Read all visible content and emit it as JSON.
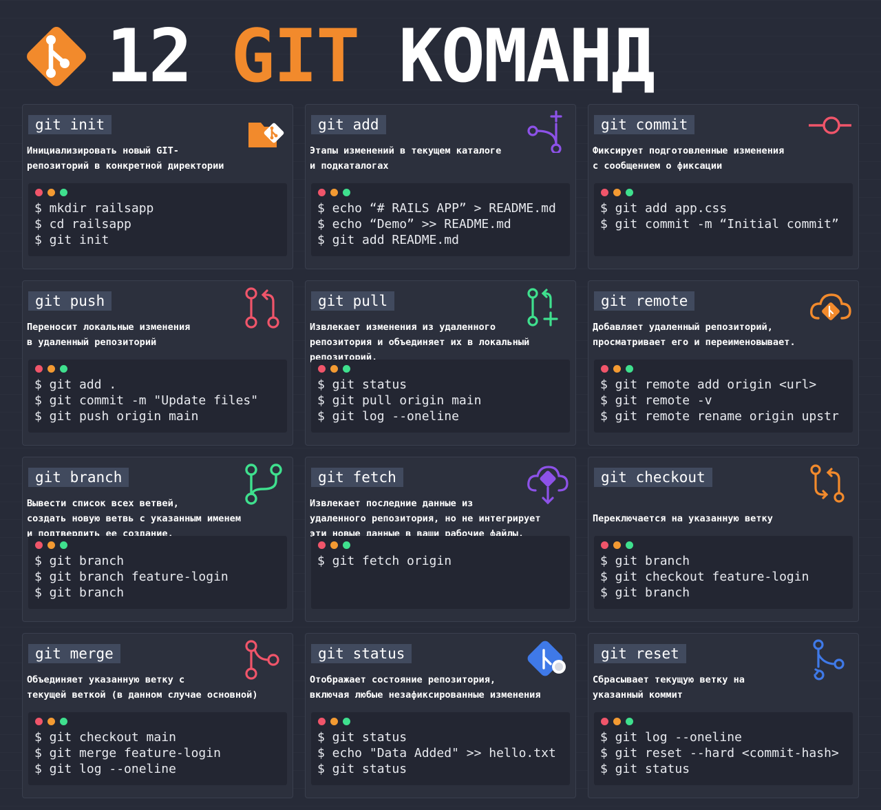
{
  "header": {
    "number": "12",
    "git": "GIT",
    "word": "КОМАНД"
  },
  "colors": {
    "background": "#272b38",
    "card": "#2c303d",
    "terminal": "#232632",
    "label_bg": "#414a5e",
    "accent_orange": "#f28a2c",
    "dot_red": "#f0556a",
    "dot_yellow": "#f39a32",
    "dot_green": "#3fe08e"
  },
  "cards": [
    {
      "command": "git init",
      "description": [
        "Инициализировать новый GIT-",
        "репозиторий в конкретной директории"
      ],
      "icon": "git-folder-icon",
      "lines": [
        "$ mkdir railsapp",
        "$ cd railsapp",
        "$ git init"
      ]
    },
    {
      "command": "git add",
      "description": [
        "Этапы изменений в текущем каталоге",
        "и подкаталогах"
      ],
      "icon": "branch-add-icon",
      "lines": [
        "$ echo “# RAILS APP” > README.md",
        "$ echo “Demo” >> README.md",
        "$ git add README.md"
      ]
    },
    {
      "command": "git commit",
      "description": [
        "Фиксирует подготовленные изменения",
        "с сообщением о фиксации"
      ],
      "icon": "commit-icon",
      "lines": [
        "$ git add app.css",
        "$ git commit -m “Initial commit”"
      ]
    },
    {
      "command": "git push",
      "description": [
        "Переносит локальные изменения",
        "в удаленный репозиторий"
      ],
      "icon": "pull-request-icon",
      "lines": [
        "$ git add .",
        "$ git commit -m \"Update files\"",
        "$ git push origin main"
      ]
    },
    {
      "command": "git pull",
      "description": [
        "Извлекает изменения из удаленного",
        "репозитория и объединяет их в локальный",
        "репозиторий."
      ],
      "icon": "pull-request-add-icon",
      "lines": [
        "$ git status",
        "$ git pull origin main",
        "$ git log --oneline"
      ]
    },
    {
      "command": "git remote",
      "description": [
        "Добавляет удаленный репозиторий,",
        "просматривает его и переименовывает."
      ],
      "icon": "cloud-git-icon",
      "lines": [
        "$ git remote add origin <url>",
        "$ git remote -v",
        "$ git remote rename origin upstr"
      ]
    },
    {
      "command": "git branch",
      "description": [
        "Вывести список всех ветвей,",
        "создать новую ветвь с указанным именем",
        "и подтвердить ее создание."
      ],
      "icon": "branch-icon",
      "lines": [
        "$ git branch",
        "$ git branch feature-login",
        "$ git branch"
      ]
    },
    {
      "command": "git fetch",
      "description": [
        "Извлекает последние данные из",
        "удаленного репозитория, но не интегрирует",
        "эти новые данные в ваши рабочие файлы."
      ],
      "icon": "cloud-download-icon",
      "lines": [
        "$ git fetch origin"
      ]
    },
    {
      "command": "git checkout",
      "description": [
        "",
        "Переключается на указанную ветку"
      ],
      "icon": "switch-icon",
      "lines": [
        "$ git branch",
        "$ git checkout feature-login",
        "$ git branch"
      ]
    },
    {
      "command": "git merge",
      "description": [
        "Объединяет указанную ветку с",
        "текущей веткой (в данном случае основной)"
      ],
      "icon": "merge-icon",
      "lines": [
        "$ git checkout main",
        "$ git merge feature-login",
        "$ git log --oneline"
      ]
    },
    {
      "command": "git status",
      "description": [
        "Отображает состояние репозитория,",
        "включая любые незафиксированные изменения"
      ],
      "icon": "git-status-icon",
      "lines": [
        "$ git status",
        "$ echo \"Data Added\" >> hello.txt",
        "$ git status"
      ]
    },
    {
      "command": "git reset",
      "description": [
        "Сбрасывает текущую ветку на",
        "указанный коммит"
      ],
      "icon": "reset-icon",
      "lines": [
        "$ git log --oneline",
        "$ git reset --hard <commit-hash>",
        "$ git status"
      ]
    }
  ]
}
